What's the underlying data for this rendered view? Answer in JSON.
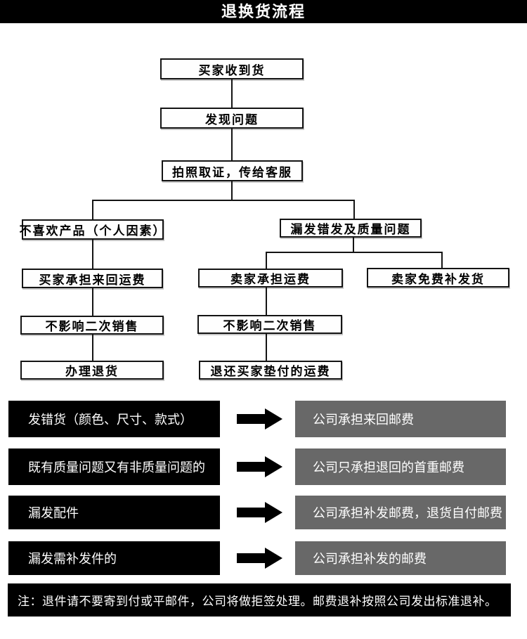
{
  "title": "退换货流程",
  "flowchart": {
    "receive": "买家收到货",
    "find_problem": "发现问题",
    "photo_evidence": "拍照取证，传给客服",
    "dislike": "不喜欢产品（个人因素）",
    "buyer_pays": "买家承担来回运费",
    "no_resale_impact_left": "不影响二次销售",
    "process_return": "办理退货",
    "quality_issue": "漏发错发及质量问题",
    "seller_pays": "卖家承担运费",
    "no_resale_impact_mid": "不影响二次销售",
    "refund_postage": "退还买家垫付的运费",
    "free_reship": "卖家免费补发货"
  },
  "rules": [
    {
      "condition": "发错货（颜色、尺寸、款式）",
      "result": "公司承担来回邮费"
    },
    {
      "condition": "既有质量问题又有非质量问题的",
      "result": "公司只承担退回的首重邮费"
    },
    {
      "condition": "漏发配件",
      "result": "公司承担补发邮费，退货自付邮费"
    },
    {
      "condition": "漏发需补发件的",
      "result": "公司承担补发的邮费"
    }
  ],
  "note": "注：退件请不要寄到付或平邮件，公司将做拒签处理。邮费退补按照公司发出标准退补。",
  "colors": {
    "banner": "#000000",
    "rule_black": "#000000",
    "rule_gray": "#686868"
  }
}
